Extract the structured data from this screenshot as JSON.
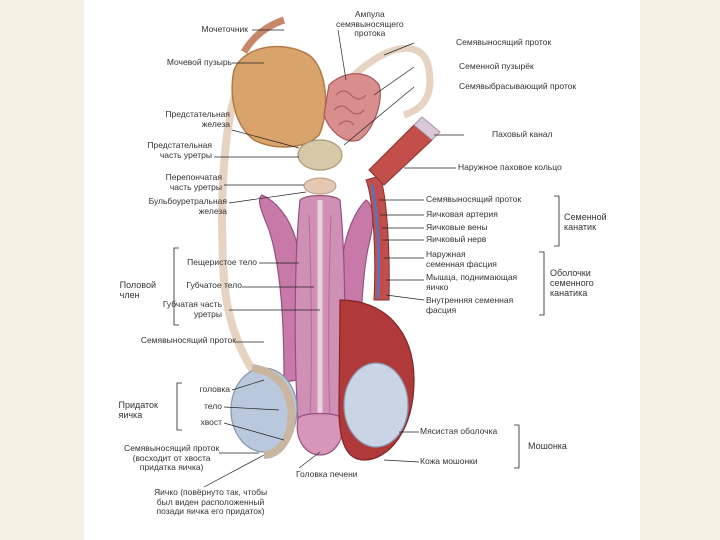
{
  "labels": {
    "ureter": "Мочеточник",
    "bladder": "Мочевой пузырь",
    "prostate": "Предстательная\nжелеза",
    "prostatic_urethra": "Предстательная\nчасть уретры",
    "membranous_urethra": "Перепончатая\nчасть уретры",
    "bulbourethral": "Бульбоуретральная\nжелеза",
    "corpus_cavernosum": "Пещеристое тело",
    "corpus_spongiosum": "Губчатое тело",
    "spongy_urethra": "Губчатая часть\nуретры",
    "vas_deferens_left": "Семявыносящий проток",
    "head": "головка",
    "body": "тело",
    "tail": "хвост",
    "vas_from_tail": "Семявыносящий проток\n(восходит от хвоста\nпридатка яичка)",
    "glans": "Головка печени",
    "testis": "Яичко (повёрнуто так, чтобы\nбыл виден расположенный\nпозади яичка его придаток)",
    "ampulla": "Ампула\nсемявыносящего\nпротока",
    "vas_deferens_top": "Семявыносящий проток",
    "seminal_vesicle": "Семенной пузырёк",
    "ejaculatory_duct": "Семявыбрасывающий проток",
    "inguinal_canal": "Паховый канал",
    "external_ring": "Наружное паховое кольцо",
    "vas_deferens_cord": "Семявыносящий проток",
    "testicular_artery": "Яичковая артерия",
    "testicular_veins": "Яичковые вены",
    "testicular_nerve": "Яичковый нерв",
    "external_fascia": "Наружная\nсеменная фасция",
    "cremaster": "Мышца, поднимающая\nяичко",
    "internal_fascia": "Внутренняя семенная\nфасция",
    "dartos": "Мясистая оболочка",
    "scrotal_skin": "Кожа мошонки"
  },
  "groups": {
    "penis": "Половой\nчлен",
    "epididymis": "Придаток\nяичка",
    "spermatic_cord": "Семенной\nканатик",
    "cord_coverings": "Оболочки\nсеменного\nканатика",
    "scrotum": "Мошонка"
  },
  "colors": {
    "page_bg": "#f4f1e2",
    "slide_bg": "#ffffff",
    "tissue_pink": "#c77aa8",
    "bladder": "#d9a46c",
    "muscle_red": "#c0504d",
    "testis_blue": "#b9c8dc",
    "vas_beige": "#e3c9b2"
  }
}
